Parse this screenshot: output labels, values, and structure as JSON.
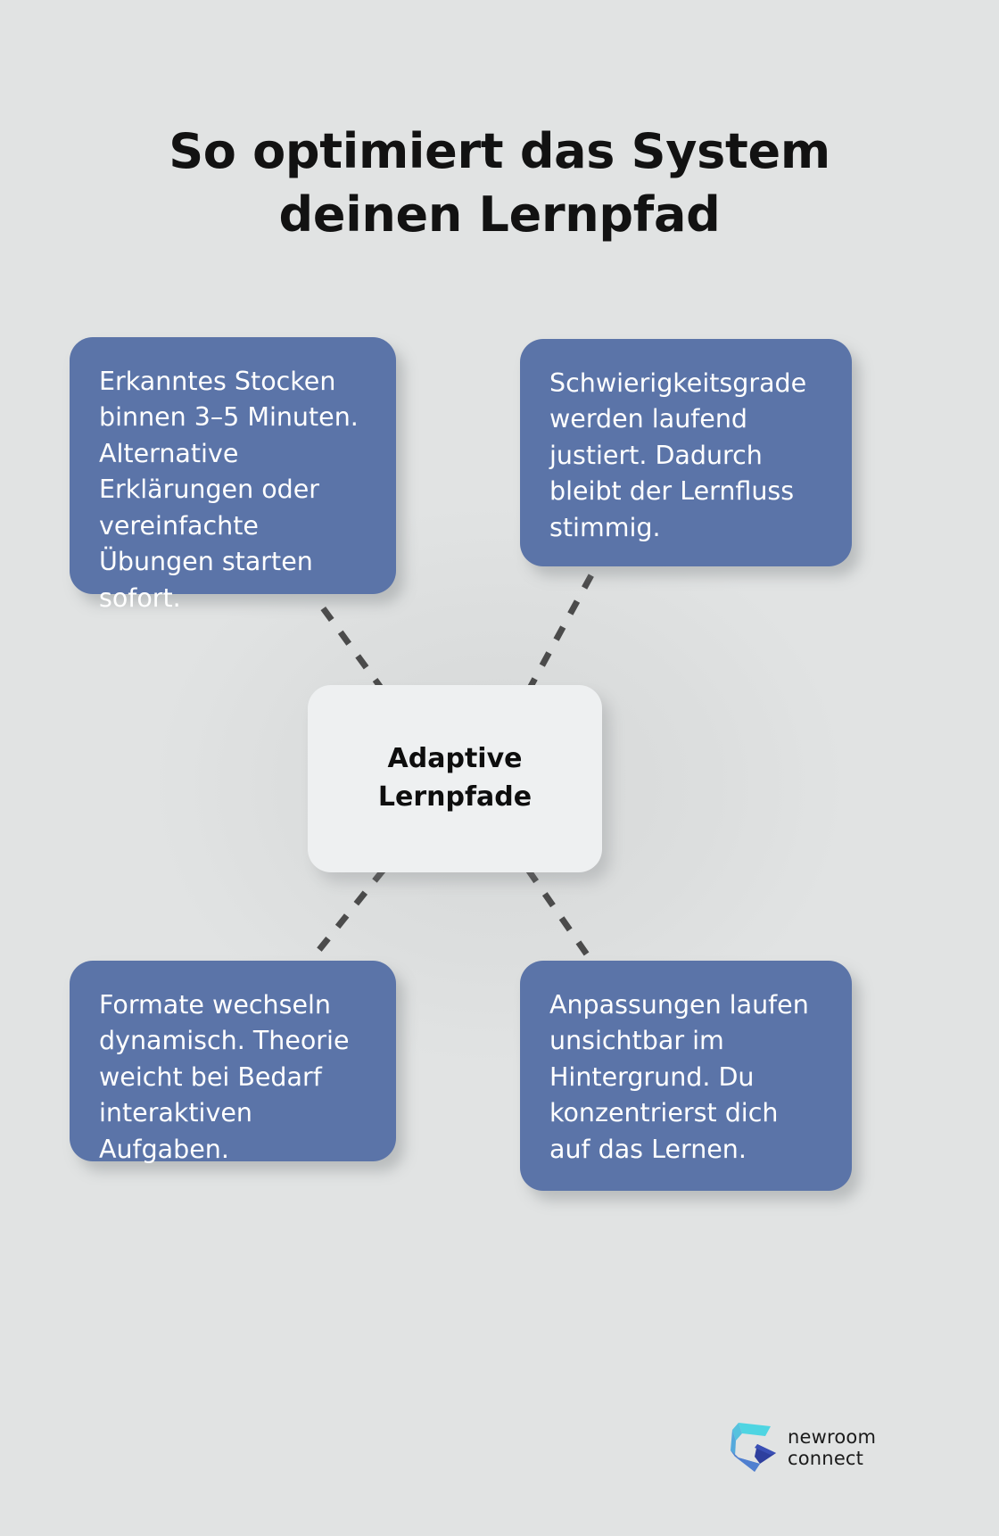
{
  "title": {
    "line1": "So optimiert das System",
    "line2": "deinen Lernpfad"
  },
  "center": {
    "line1": "Adaptive",
    "line2": "Lernpfade"
  },
  "cards": [
    {
      "position": "top-left",
      "text": "Erkanntes Stocken binnen 3–5 Minuten. Alternative Erklärungen oder vereinfachte Übungen starten sofort."
    },
    {
      "position": "top-right",
      "text": "Schwierigkeitsgrade werden laufend justiert. Dadurch bleibt der Lernfluss stimmig."
    },
    {
      "position": "bottom-left",
      "text": "Formate wechseln dynamisch. Theorie weicht bei Bedarf interaktiven Aufgaben."
    },
    {
      "position": "bottom-right",
      "text": "Anpassungen laufen unsichtbar im Hintergrund. Du konzentrierst dich auf das Lernen."
    }
  ],
  "logo": {
    "line1": "newroom",
    "line2": "connect"
  },
  "colors": {
    "background": "#e0e2e2",
    "card_blue": "#5b74a8",
    "center_card": "#eef0f1",
    "title_text": "#121212",
    "card_text": "#ffffff",
    "connector_dash": "#4b4b4b",
    "logo_cyan": "#3fd0e0",
    "logo_blue": "#4f7fd0",
    "logo_navy": "#2e3f9e"
  }
}
